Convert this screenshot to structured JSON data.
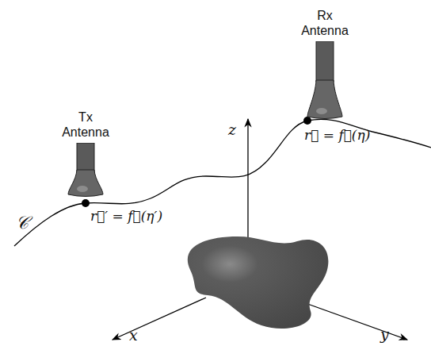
{
  "diagram": {
    "nodes": [
      {
        "text": [
          "Tx Antenna"
        ]
      },
      {
        "text": [
          "Rx Antenna"
        ]
      }
    ],
    "labels": [
      "z",
      "x",
      "y",
      "𝒞",
      "r⃗′ = f⃗(η′)",
      "r⃗ = f⃗(η)"
    ]
  }
}
